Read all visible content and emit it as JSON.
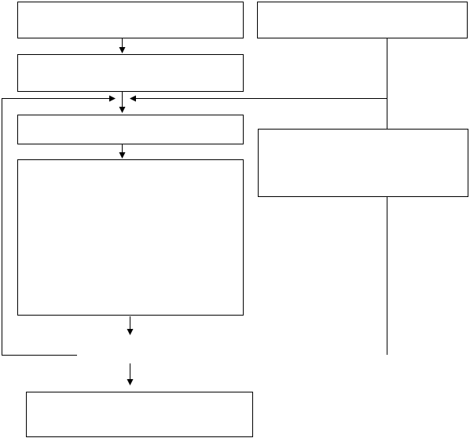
{
  "diagram": {
    "stroke_color": "#000000",
    "background": "#ffffff",
    "boxes": [
      {
        "id": "box-1",
        "label": ""
      },
      {
        "id": "box-2",
        "label": ""
      },
      {
        "id": "box-3",
        "label": ""
      },
      {
        "id": "box-4",
        "label": ""
      },
      {
        "id": "box-5",
        "label": ""
      },
      {
        "id": "box-6",
        "label": ""
      },
      {
        "id": "box-7",
        "label": ""
      }
    ],
    "connectors": [
      {
        "from": "box-1",
        "to": "box-2",
        "arrow": true
      },
      {
        "from": "box-2",
        "to": "box-3",
        "arrow": true
      },
      {
        "from": "box-5",
        "to": "box-3",
        "arrow": true
      },
      {
        "from": "feedback-loop",
        "to": "box-3",
        "arrow": true
      },
      {
        "from": "box-3",
        "to": "box-4",
        "arrow": true
      },
      {
        "from": "box-4",
        "to": "box-7",
        "arrow": true
      },
      {
        "from": "box-5",
        "to": "box-6",
        "arrow": false
      }
    ]
  }
}
